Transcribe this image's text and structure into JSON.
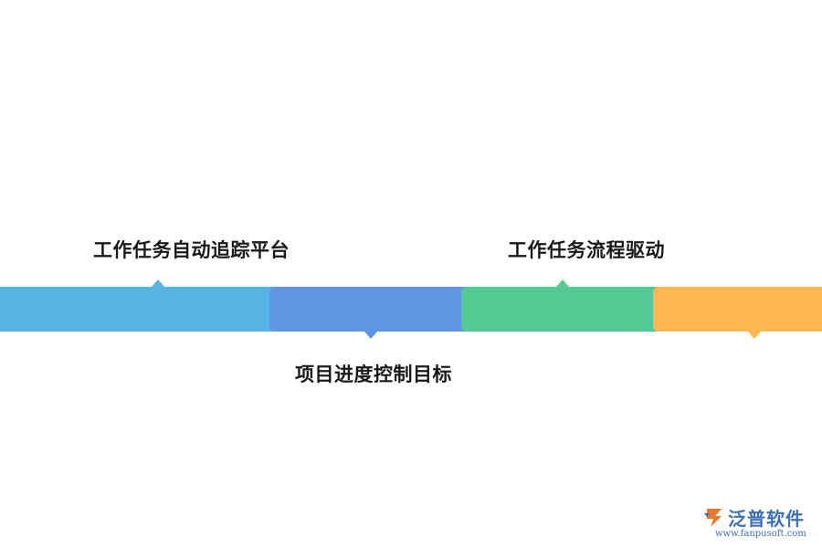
{
  "diagram": {
    "segments": [
      {
        "id": "seg-1",
        "color": "#55b4e4",
        "notch": "up"
      },
      {
        "id": "seg-2",
        "color": "#5f95e3",
        "notch": "down"
      },
      {
        "id": "seg-3",
        "color": "#55c993",
        "notch": "up"
      },
      {
        "id": "seg-4",
        "color": "#fdb652",
        "notch": "down"
      }
    ],
    "labels": {
      "step1": "工作任务自动追踪平台",
      "step2": "项目进度控制目标",
      "step3": "工作任务流程驱动"
    }
  },
  "watermark": {
    "brand": "泛普软件",
    "url": "www.fanpusoft.com",
    "brand_color": "#3f6fb5",
    "mark_color": "#e8762c"
  }
}
